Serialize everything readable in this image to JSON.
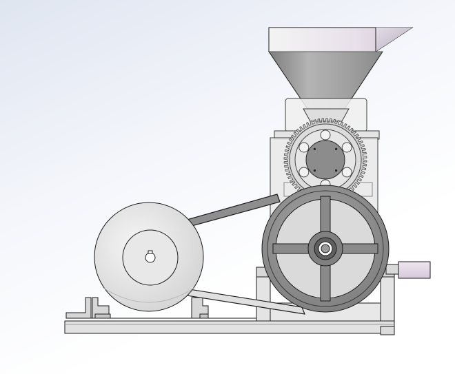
{
  "viewport": {
    "background_top": "#dfe5f0",
    "background_bottom": "#ffffff"
  },
  "model": {
    "components": [
      "hopper",
      "feed-housing",
      "gearbox",
      "large-gear",
      "small-gear",
      "driven-pulley",
      "motor",
      "motor-pulley",
      "v-belt",
      "base-frame",
      "outlet-spout"
    ],
    "colors": {
      "steel": "#9d9d9d",
      "dark_steel": "#6e6e6e",
      "light_part": "#e6e6e6",
      "frame": "#dedede",
      "outline": "#1a1a1a",
      "outlet": "#e6dce8",
      "hopper_rim": "#dcd0de"
    }
  }
}
